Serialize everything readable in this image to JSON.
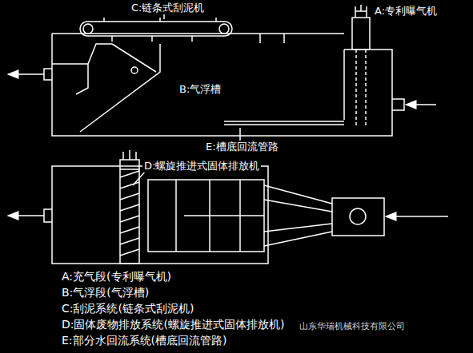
{
  "diagram": {
    "labels": [
      "C:链条式刮泥机",
      "A:专利曝气机",
      "B:气浮槽",
      "E:槽底回流管路",
      "D:螺旋推进式固体排放机",
      "A:充气段(专利曝气机)",
      "B:气浮段(气浮槽)",
      "C:刮泥系统(链条式刮泥机)",
      "D:固体废物排放系统(螺旋推进式固体排放机)",
      "E:部分水回流系统(槽底回流管路)",
      "山东华瑞机械科技有限公司"
    ]
  }
}
